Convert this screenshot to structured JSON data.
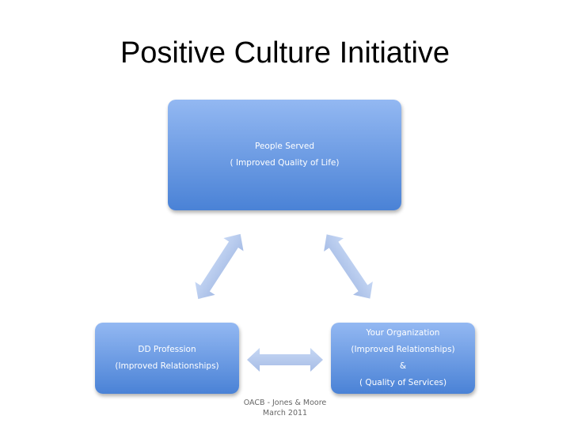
{
  "title": "Positive Culture Initiative",
  "boxes": {
    "people_served": {
      "line1": "People Served",
      "line2": "( Improved Quality of Life)"
    },
    "dd_profession": {
      "line1": "DD Profession",
      "line2": "(Improved Relationships)"
    },
    "your_organization": {
      "line1": "Your Organization",
      "line2": "(Improved Relationships)",
      "line3": "&",
      "line4": "( Quality of Services)"
    }
  },
  "footer": {
    "line1": "OACB - Jones & Moore",
    "line2": "March 2011"
  },
  "colors": {
    "box_top": "#93b8f2",
    "box_bottom": "#4a82d6",
    "arrow": "#b4c9ee"
  }
}
